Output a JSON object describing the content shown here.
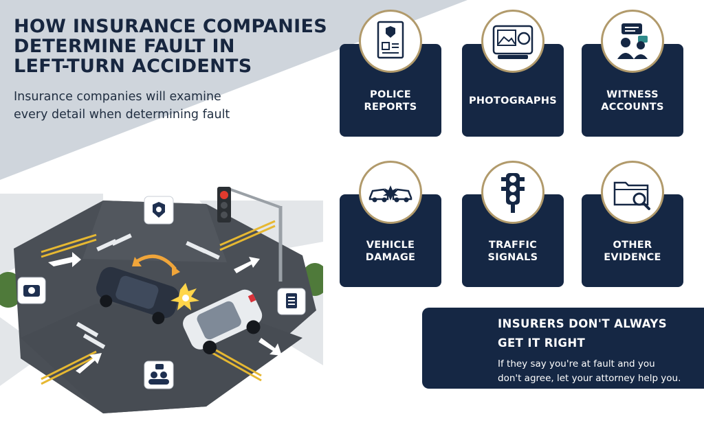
{
  "header": {
    "title_lines": [
      "HOW INSURANCE COMPANIES",
      "DETERMINE FAULT IN",
      "LEFT-TURN ACCIDENTS"
    ],
    "subtitle_lines": [
      "Insurance companies will examine",
      "every detail when determining fault"
    ]
  },
  "evidence_cards": [
    {
      "label_lines": [
        "POLICE",
        "REPORTS"
      ],
      "icon": "police-report-icon"
    },
    {
      "label_lines": [
        "PHOTOGRAPHS"
      ],
      "icon": "camera-icon"
    },
    {
      "label_lines": [
        "WITNESS",
        "ACCOUNTS"
      ],
      "icon": "witness-icon"
    },
    {
      "label_lines": [
        "VEHICLE",
        "DAMAGE"
      ],
      "icon": "car-collision-icon"
    },
    {
      "label_lines": [
        "TRAFFIC",
        "SIGNALS"
      ],
      "icon": "traffic-light-icon"
    },
    {
      "label_lines": [
        "OTHER",
        "EVIDENCE"
      ],
      "icon": "folder-search-icon"
    }
  ],
  "callout": {
    "title_lines": [
      "INSURERS DON'T ALWAYS",
      "GET IT RIGHT"
    ],
    "text_lines": [
      "If they say you're at fault and you",
      "don't agree, let your attorney help you."
    ]
  },
  "scene_icons": [
    "police-badge-icon",
    "camera-icon",
    "document-icon",
    "people-chat-icon"
  ],
  "colors": {
    "navy": "#152744",
    "gold": "#b19a6b",
    "gray_band": "#cfd5dc",
    "title": "#17263f"
  }
}
